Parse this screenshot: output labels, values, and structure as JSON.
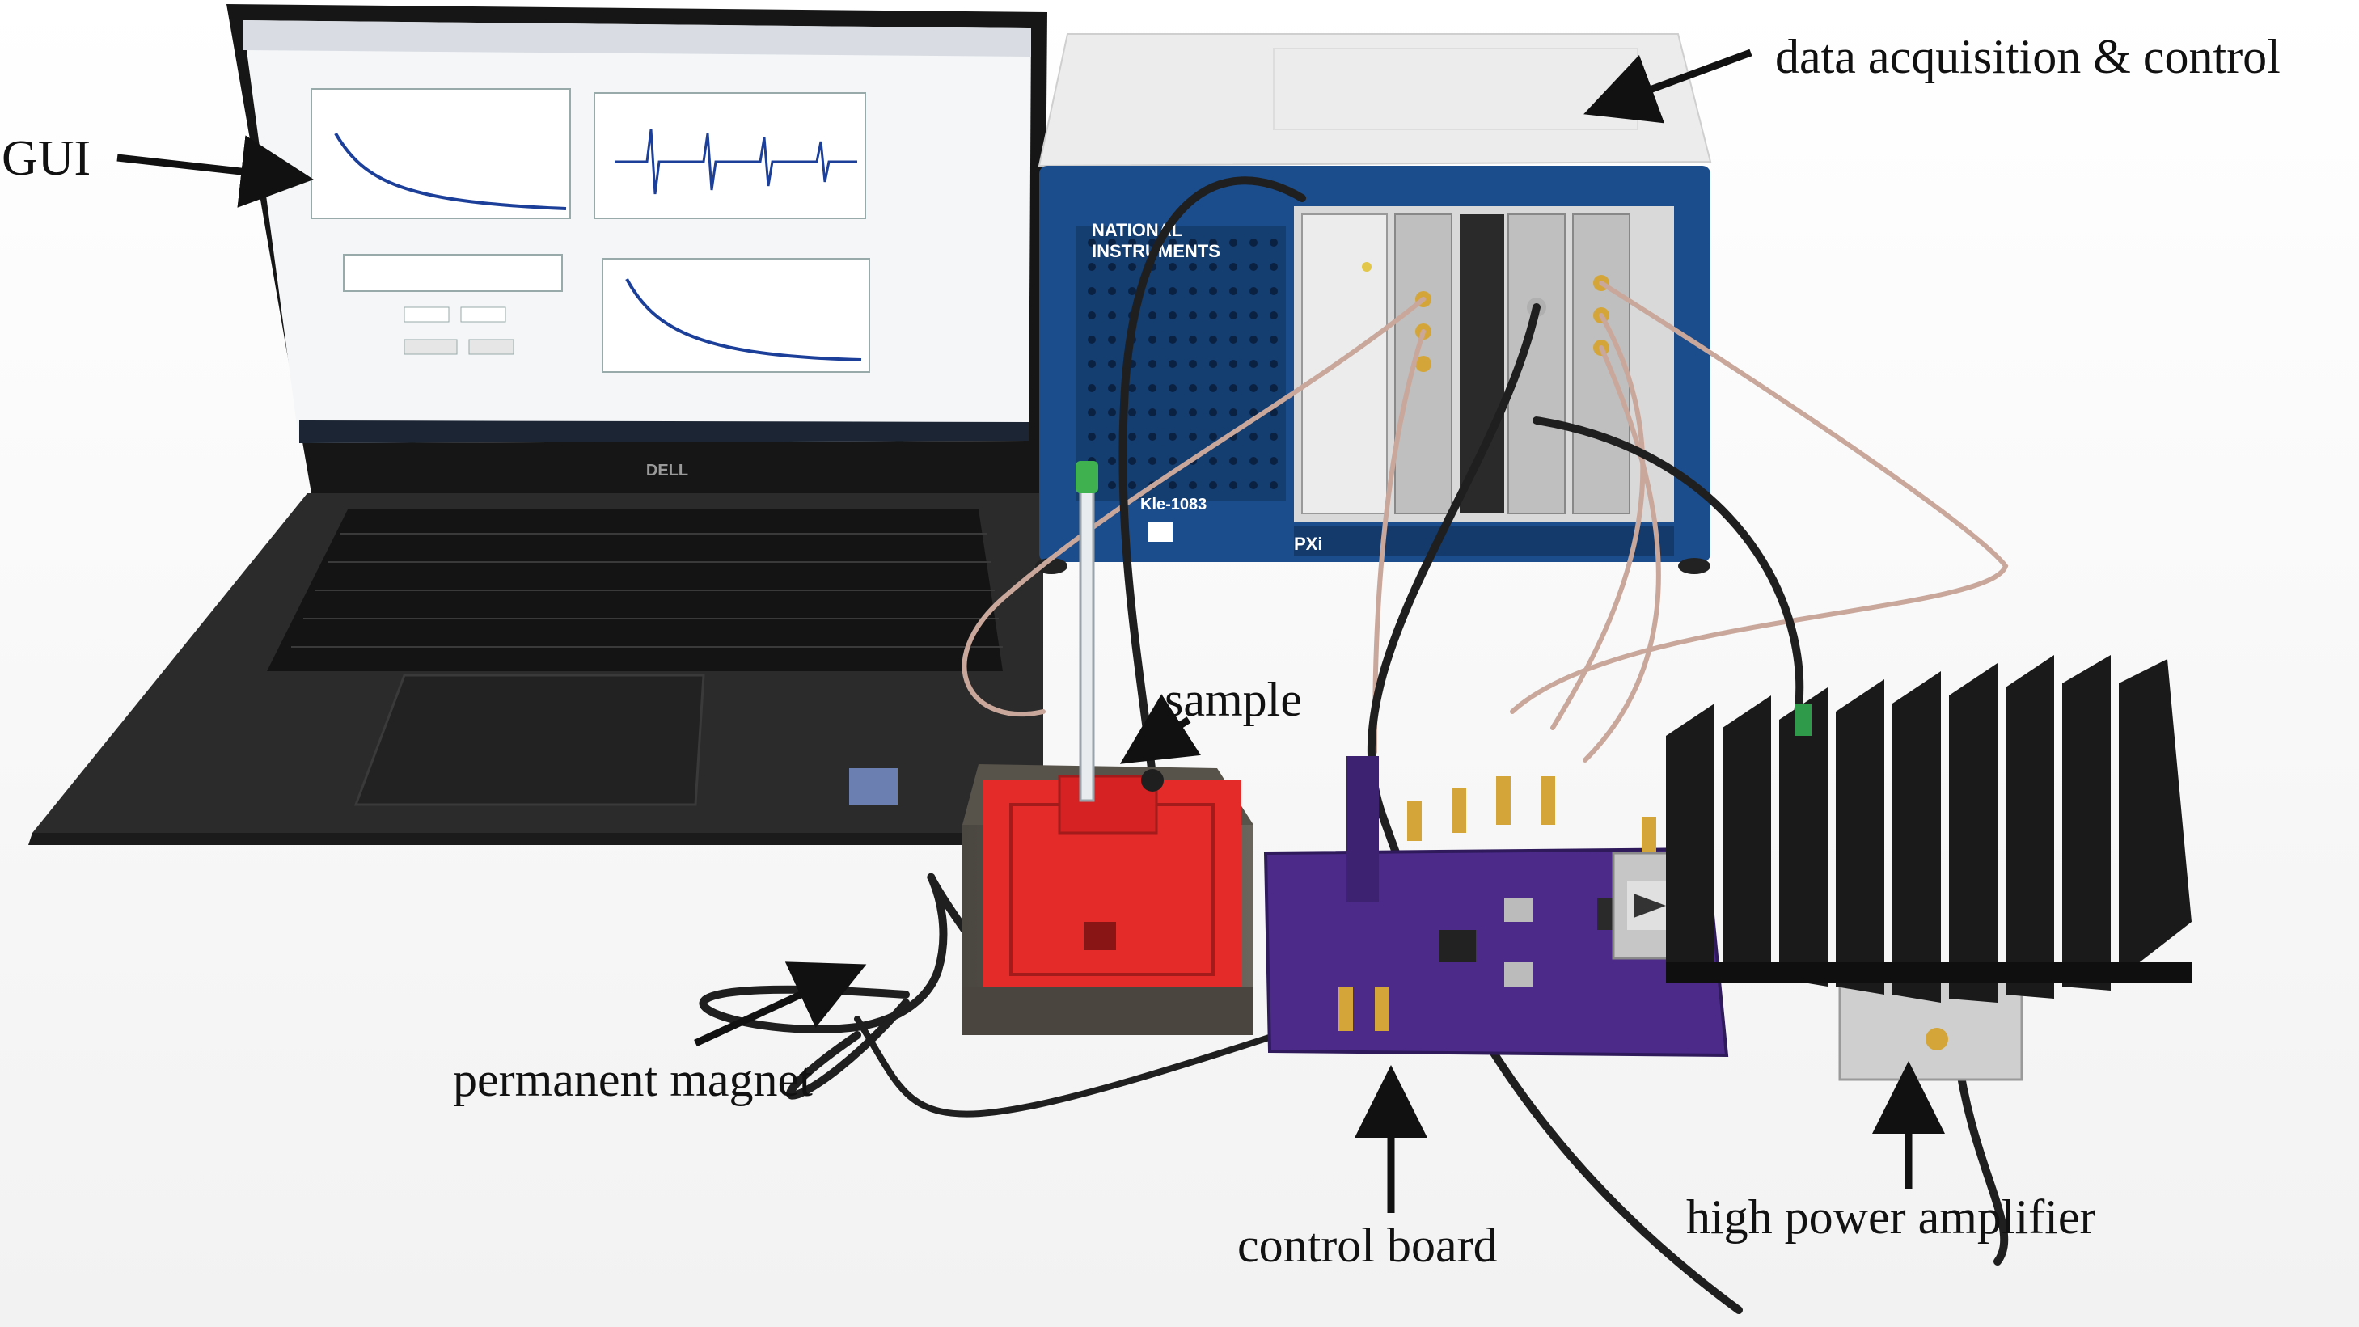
{
  "labels": {
    "gui": "GUI",
    "daq": "data acquisition & control",
    "sample": "sample",
    "magnet": "permanent magnet",
    "board": "control board",
    "amplifier": "high power amplifier"
  },
  "chassis": {
    "brand_line1": "NATIONAL",
    "brand_line2": "INSTRUMENTS",
    "model": "Kle-1083",
    "bus": "PXi"
  },
  "laptop": {
    "brand": "DELL"
  },
  "colors": {
    "chassis_blue": "#1b4d8c",
    "magnet_red": "#e52a2a",
    "board_purple": "#4b2a8a",
    "heatsink": "#1a1a1a"
  }
}
